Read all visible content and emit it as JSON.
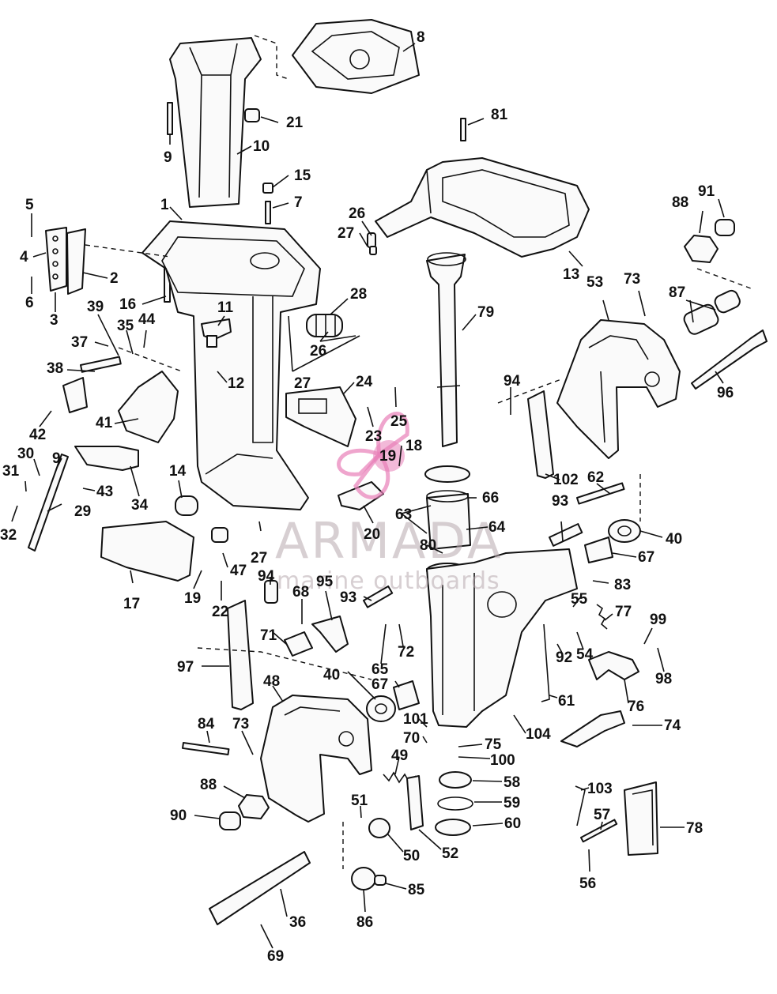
{
  "watermark": {
    "brand": "ARMADA",
    "tagline": "marine outboards",
    "logo_color": "#e87fb8"
  },
  "callouts": [
    {
      "id": "c8",
      "label": "8"
    },
    {
      "id": "c21",
      "label": "21"
    },
    {
      "id": "c9a",
      "label": "9"
    },
    {
      "id": "c10",
      "label": "10"
    },
    {
      "id": "c81",
      "label": "81"
    },
    {
      "id": "c15",
      "label": "15"
    },
    {
      "id": "c7",
      "label": "7"
    },
    {
      "id": "c1",
      "label": "1"
    },
    {
      "id": "c5",
      "label": "5"
    },
    {
      "id": "c4",
      "label": "4"
    },
    {
      "id": "c6",
      "label": "6"
    },
    {
      "id": "c3",
      "label": "3"
    },
    {
      "id": "c2",
      "label": "2"
    },
    {
      "id": "c26a",
      "label": "26"
    },
    {
      "id": "c27a",
      "label": "27"
    },
    {
      "id": "c13",
      "label": "13"
    },
    {
      "id": "c88a",
      "label": "88"
    },
    {
      "id": "c91",
      "label": "91"
    },
    {
      "id": "c16",
      "label": "16"
    },
    {
      "id": "c39",
      "label": "39"
    },
    {
      "id": "c35",
      "label": "35"
    },
    {
      "id": "c44",
      "label": "44"
    },
    {
      "id": "c11",
      "label": "11"
    },
    {
      "id": "c28",
      "label": "28"
    },
    {
      "id": "c79",
      "label": "79"
    },
    {
      "id": "c53",
      "label": "53"
    },
    {
      "id": "c73a",
      "label": "73"
    },
    {
      "id": "c87",
      "label": "87"
    },
    {
      "id": "c37",
      "label": "37"
    },
    {
      "id": "c26b",
      "label": "26"
    },
    {
      "id": "c38",
      "label": "38"
    },
    {
      "id": "c12",
      "label": "12"
    },
    {
      "id": "c27b",
      "label": "27"
    },
    {
      "id": "c24",
      "label": "24"
    },
    {
      "id": "c94a",
      "label": "94"
    },
    {
      "id": "c96",
      "label": "96"
    },
    {
      "id": "c42",
      "label": "42"
    },
    {
      "id": "c41",
      "label": "41"
    },
    {
      "id": "c25",
      "label": "25"
    },
    {
      "id": "c23",
      "label": "23"
    },
    {
      "id": "c19a",
      "label": "19"
    },
    {
      "id": "c18",
      "label": "18"
    },
    {
      "id": "c30",
      "label": "30"
    },
    {
      "id": "c31",
      "label": "31"
    },
    {
      "id": "c9b",
      "label": "9"
    },
    {
      "id": "c14",
      "label": "14"
    },
    {
      "id": "c102",
      "label": "102"
    },
    {
      "id": "c62",
      "label": "62"
    },
    {
      "id": "c43",
      "label": "43"
    },
    {
      "id": "c34",
      "label": "34"
    },
    {
      "id": "c66",
      "label": "66"
    },
    {
      "id": "c29",
      "label": "29"
    },
    {
      "id": "c63",
      "label": "63"
    },
    {
      "id": "c32",
      "label": "32"
    },
    {
      "id": "c93a",
      "label": "93"
    },
    {
      "id": "c64",
      "label": "64"
    },
    {
      "id": "c20",
      "label": "20"
    },
    {
      "id": "c40a",
      "label": "40"
    },
    {
      "id": "c80",
      "label": "80"
    },
    {
      "id": "c27c",
      "label": "27"
    },
    {
      "id": "c67a",
      "label": "67"
    },
    {
      "id": "c47",
      "label": "47"
    },
    {
      "id": "c94b",
      "label": "94"
    },
    {
      "id": "c83",
      "label": "83"
    },
    {
      "id": "c95",
      "label": "95"
    },
    {
      "id": "c68",
      "label": "68"
    },
    {
      "id": "c93b",
      "label": "93"
    },
    {
      "id": "c17",
      "label": "17"
    },
    {
      "id": "c19b",
      "label": "19"
    },
    {
      "id": "c22",
      "label": "22"
    },
    {
      "id": "c55",
      "label": "55"
    },
    {
      "id": "c77",
      "label": "77"
    },
    {
      "id": "c71",
      "label": "71"
    },
    {
      "id": "c72",
      "label": "72"
    },
    {
      "id": "c99",
      "label": "99"
    },
    {
      "id": "c92",
      "label": "92"
    },
    {
      "id": "c54",
      "label": "54"
    },
    {
      "id": "c97",
      "label": "97"
    },
    {
      "id": "c65",
      "label": "65"
    },
    {
      "id": "c98",
      "label": "98"
    },
    {
      "id": "c40b",
      "label": "40"
    },
    {
      "id": "c67b",
      "label": "67"
    },
    {
      "id": "c48",
      "label": "48"
    },
    {
      "id": "c61",
      "label": "61"
    },
    {
      "id": "c76",
      "label": "76"
    },
    {
      "id": "c101",
      "label": "101"
    },
    {
      "id": "c84",
      "label": "84"
    },
    {
      "id": "c73b",
      "label": "73"
    },
    {
      "id": "c104",
      "label": "104"
    },
    {
      "id": "c74",
      "label": "74"
    },
    {
      "id": "c70",
      "label": "70"
    },
    {
      "id": "c75",
      "label": "75"
    },
    {
      "id": "c49",
      "label": "49"
    },
    {
      "id": "c100",
      "label": "100"
    },
    {
      "id": "c58",
      "label": "58"
    },
    {
      "id": "c88b",
      "label": "88"
    },
    {
      "id": "c103",
      "label": "103"
    },
    {
      "id": "c51",
      "label": "51"
    },
    {
      "id": "c59",
      "label": "59"
    },
    {
      "id": "c90",
      "label": "90"
    },
    {
      "id": "c60",
      "label": "60"
    },
    {
      "id": "c57",
      "label": "57"
    },
    {
      "id": "c78",
      "label": "78"
    },
    {
      "id": "c50",
      "label": "50"
    },
    {
      "id": "c52",
      "label": "52"
    },
    {
      "id": "c56",
      "label": "56"
    },
    {
      "id": "c85",
      "label": "85"
    },
    {
      "id": "c36",
      "label": "36"
    },
    {
      "id": "c86",
      "label": "86"
    },
    {
      "id": "c69",
      "label": "69"
    }
  ]
}
